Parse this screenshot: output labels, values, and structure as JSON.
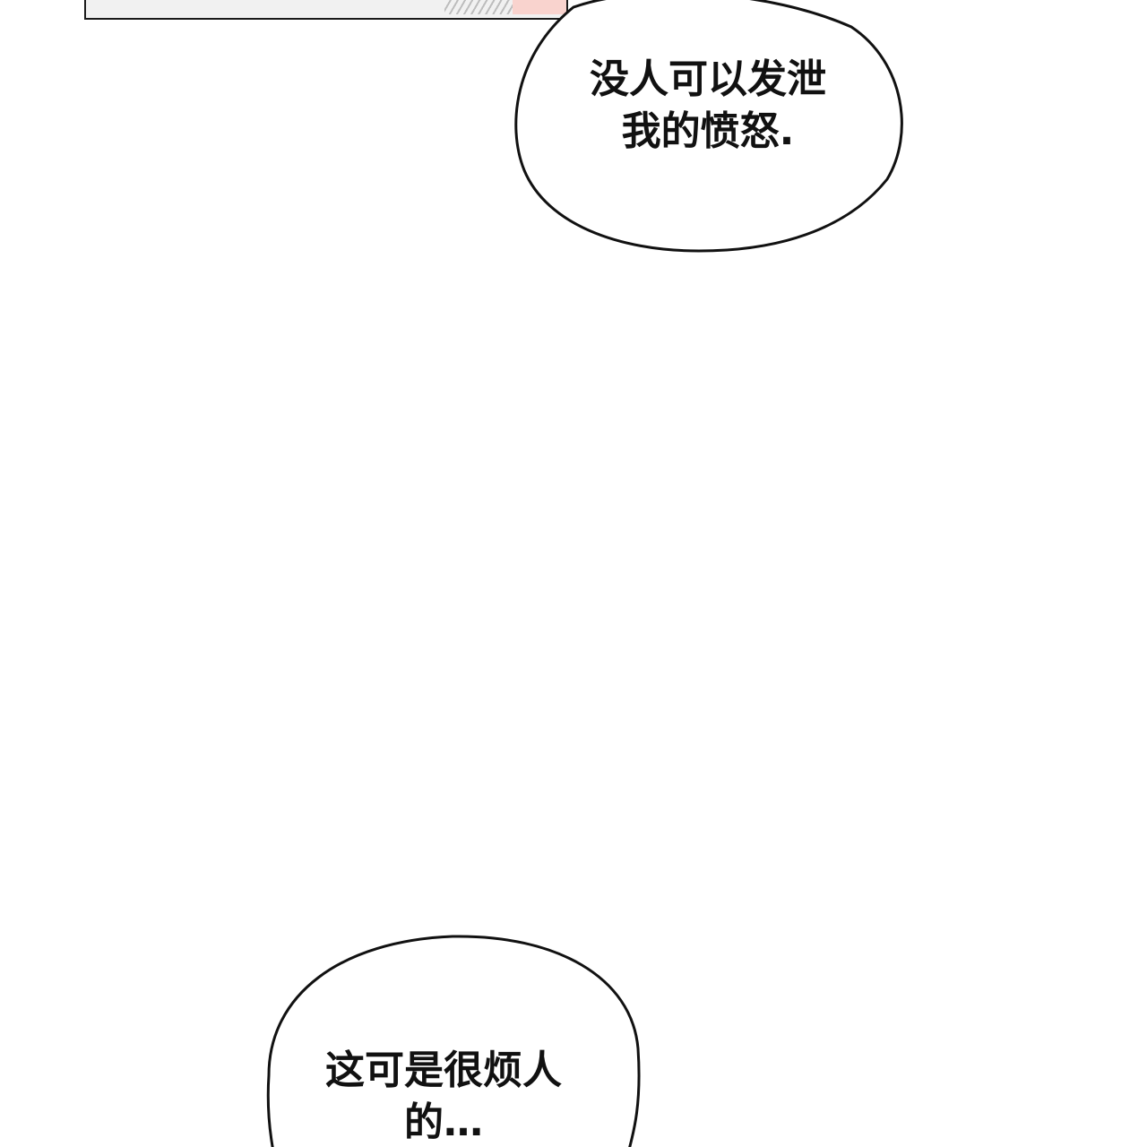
{
  "bubbles": [
    {
      "lines": [
        "没人可以发泄",
        "我的愤怒."
      ]
    },
    {
      "lines": [
        "这可是很烦人",
        "的…"
      ]
    }
  ],
  "colors": {
    "ink": "#111111",
    "background": "#ffffff",
    "skin_tone": "#f9d3ce"
  }
}
